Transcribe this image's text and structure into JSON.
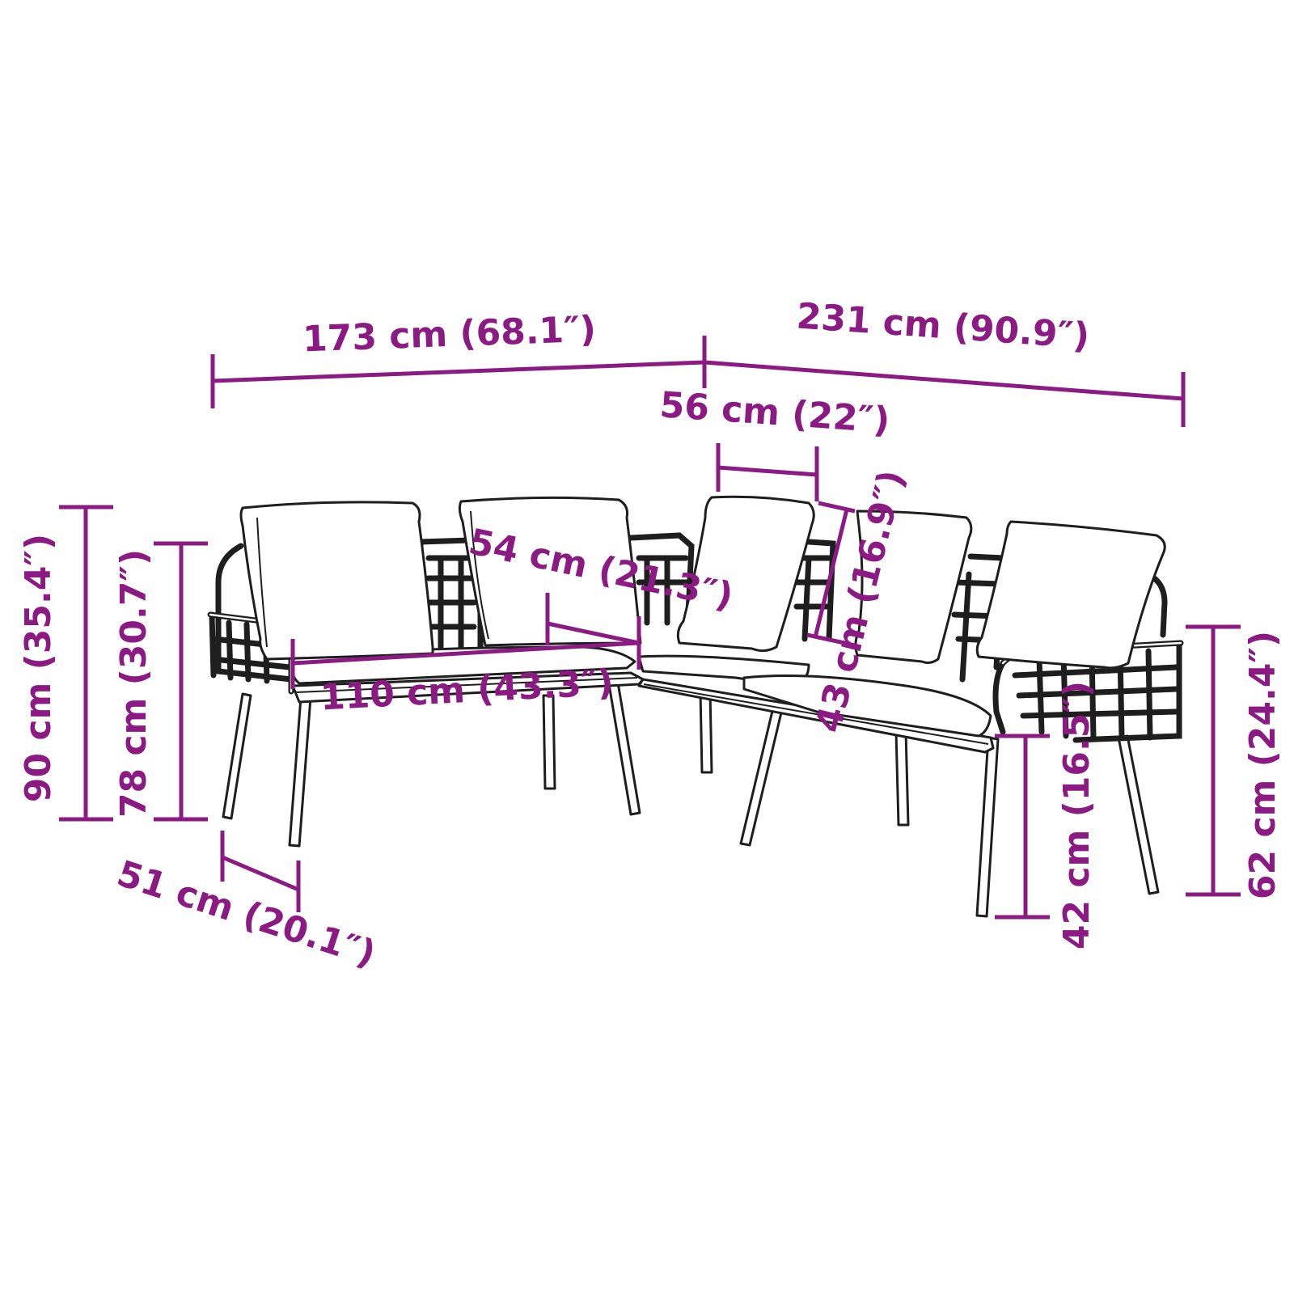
{
  "dimensions": {
    "left_length": "173 cm (68.1″)",
    "right_length": "231 cm (90.9″)",
    "corner_depth": "56 cm (22″)",
    "seat_depth": "54 cm (21.3″)",
    "seat_width": "110 cm (43.3″)",
    "backrest_height": "43 cm (16.9″)",
    "total_height": "90 cm (35.4″)",
    "back_height": "78 cm (30.7″)",
    "depth": "51 cm (20.1″)",
    "seat_height": "42 cm (16.5″)",
    "armrest_height": "62 cm (24.4″)"
  },
  "colors": {
    "dimension": "#8b1a82",
    "outline": "#1e1e1e",
    "background": "#ffffff"
  }
}
